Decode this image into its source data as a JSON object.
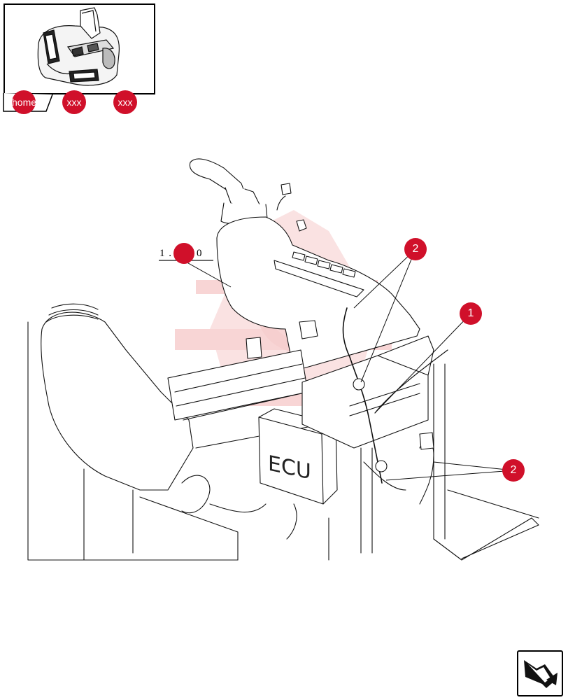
{
  "nav": {
    "home_label": "home",
    "prev_label": "xxx",
    "next_label": "xxx"
  },
  "diagram": {
    "reference_label": "1 . 070 0",
    "ecu_label": "ECU",
    "callouts": [
      "2",
      "1",
      "2"
    ]
  },
  "colors": {
    "accent": "#d0102a",
    "watermark": "#f3c1c1"
  },
  "icons": {
    "next_page": "next-page-arrow-icon"
  }
}
